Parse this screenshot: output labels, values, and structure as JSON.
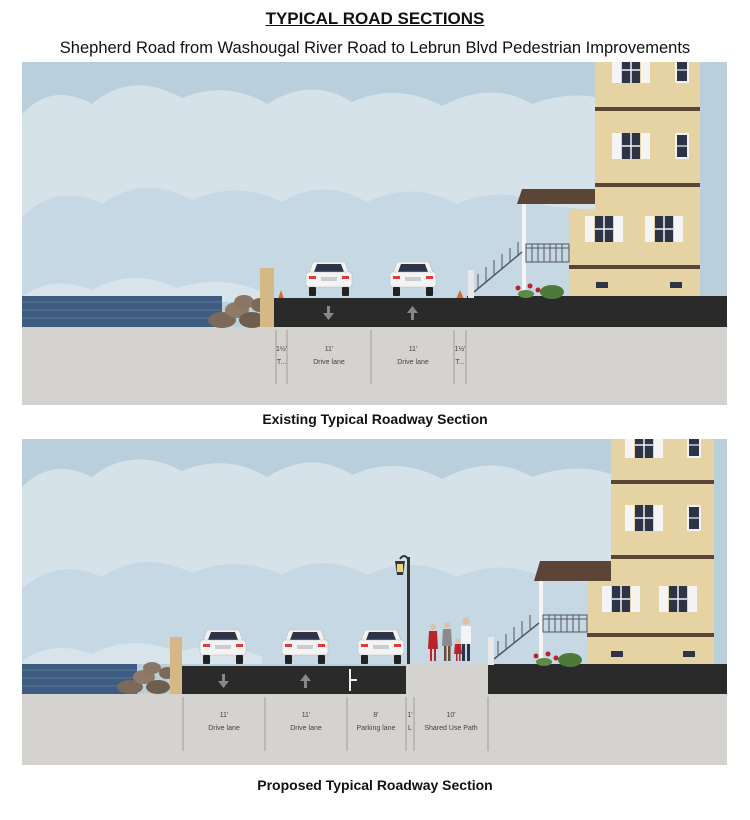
{
  "title": "TYPICAL ROAD SECTIONS",
  "subtitle": "Shepherd Road from Washougal River Road to Lebrun Blvd Pedestrian Improvements",
  "colors": {
    "sky": "#b9cfdc",
    "clouds": "#d5e2ea",
    "water": "#3d5c80",
    "asphalt": "#2a2a2a",
    "ground": "#d5d3cf",
    "building": "#e5d3a4",
    "trim": "#5a4536"
  },
  "existing": {
    "caption": "Existing Typical Roadway Section",
    "dimensions": [
      {
        "width": "1½'",
        "label": "T..."
      },
      {
        "width": "11'",
        "label": "Drive lane"
      },
      {
        "width": "11'",
        "label": "Drive lane"
      },
      {
        "width": "1½'",
        "label": "T..."
      }
    ]
  },
  "proposed": {
    "caption": "Proposed Typical Roadway Section",
    "dimensions": [
      {
        "width": "11'",
        "label": "Drive lane"
      },
      {
        "width": "11'",
        "label": "Drive lane"
      },
      {
        "width": "8'",
        "label": "Parking lane"
      },
      {
        "width": "1'",
        "label": "L"
      },
      {
        "width": "10'",
        "label": "Shared Use Path"
      }
    ]
  }
}
